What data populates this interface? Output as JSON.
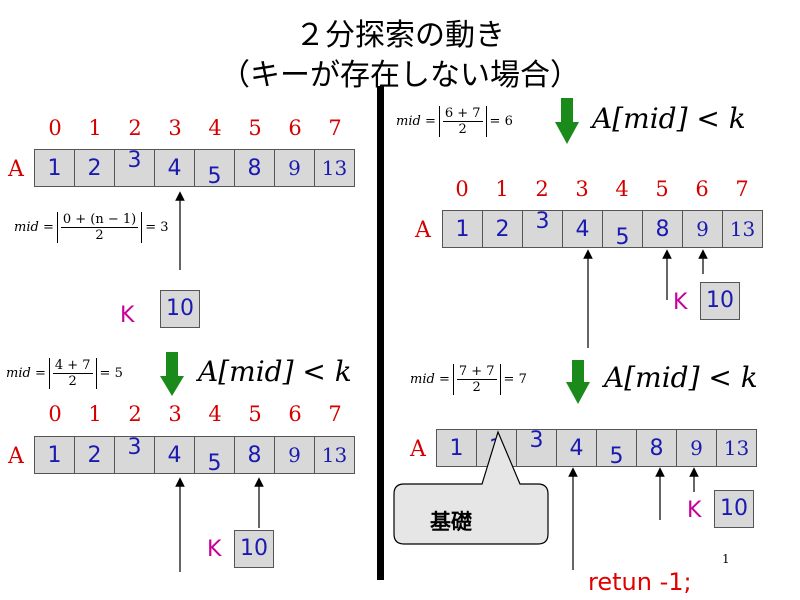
{
  "title": {
    "line1": "２分探索の動き",
    "line2": "（キーが存在しない場合）"
  },
  "array_label": "A",
  "key_label": "K",
  "key_value": "10",
  "indices": [
    "0",
    "1",
    "2",
    "3",
    "4",
    "5",
    "6",
    "7"
  ],
  "array_values": [
    "1",
    "2",
    "3",
    "4",
    "5",
    "8",
    "9",
    "13"
  ],
  "formulas": {
    "step1_lhs": "mid =",
    "step1_num": "0 + (n − 1)",
    "step1_den": "2",
    "step1_rhs": "= 3",
    "step2_lhs": "mid =",
    "step2_num": "4 + 7",
    "step2_den": "2",
    "step2_rhs": "= 5",
    "step3_lhs": "mid =",
    "step3_num": "6 + 7",
    "step3_den": "2",
    "step3_rhs": "= 6",
    "step4_lhs": "mid =",
    "step4_num": "7 + 7",
    "step4_den": "2",
    "step4_rhs": "= 7"
  },
  "condition": "A[mid] < k",
  "callout": "基礎",
  "return_text": "retun -1;",
  "page_number": "1",
  "colors": {
    "index_red": "#d40000",
    "value_blue": "#1a1ab0",
    "key_magenta": "#c8009a",
    "arrow_green": "#1a8a1a",
    "return_red": "#e00000",
    "cell_gray": "#d8d8d8"
  }
}
